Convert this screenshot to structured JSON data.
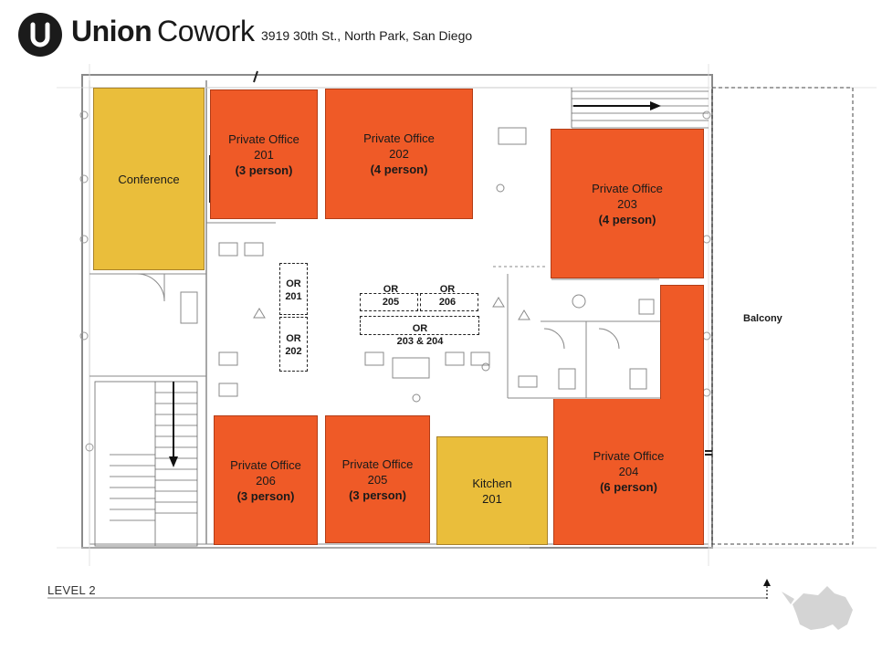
{
  "header": {
    "brand_bold": "Union",
    "brand_light": "Cowork",
    "address": "3919 30th St., North Park, San Diego"
  },
  "rooms": {
    "conference": {
      "name": "Conference"
    },
    "po201": {
      "name": "Private Office",
      "number": "201",
      "capacity": "(3 person)"
    },
    "po202": {
      "name": "Private Office",
      "number": "202",
      "capacity": "(4 person)"
    },
    "po203": {
      "name": "Private Office",
      "number": "203",
      "capacity": "(4 person)"
    },
    "po204": {
      "name": "Private Office",
      "number": "204",
      "capacity": "(6 person)"
    },
    "po205": {
      "name": "Private Office",
      "number": "205",
      "capacity": "(3 person)"
    },
    "po206": {
      "name": "Private Office",
      "number": "206",
      "capacity": "(3 person)"
    },
    "kitchen": {
      "name": "Kitchen",
      "number": "201"
    }
  },
  "open_rooms": {
    "or201": {
      "prefix": "OR",
      "number": "201"
    },
    "or202": {
      "prefix": "OR",
      "number": "202"
    },
    "or205": {
      "prefix": "OR",
      "number": "205"
    },
    "or206": {
      "prefix": "OR",
      "number": "206"
    },
    "or203_204": {
      "prefix": "OR",
      "number": "203 & 204"
    }
  },
  "labels": {
    "balcony": "Balcony",
    "level": "LEVEL 2"
  },
  "colors": {
    "private_office": "#ef5a27",
    "shared_room": "#eabe3b"
  }
}
